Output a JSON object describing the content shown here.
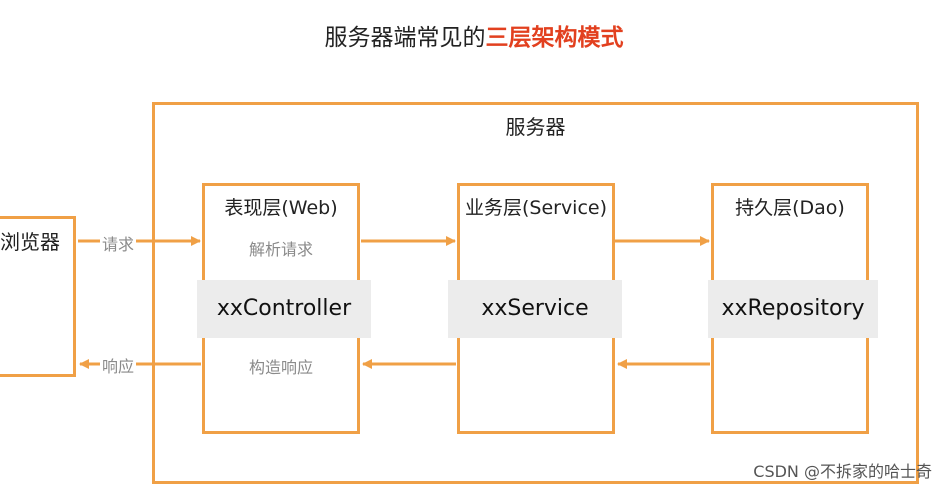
{
  "title": {
    "prefix": "服务器端常见的",
    "highlight": "三层架构模式"
  },
  "server": {
    "label": "服务器"
  },
  "browser": {
    "label": "浏览器"
  },
  "arrows": {
    "request_label": "请求",
    "response_label": "响应"
  },
  "layers": [
    {
      "title": "表现层(Web)",
      "component": "xxController",
      "top_note": "解析请求",
      "bottom_note": "构造响应"
    },
    {
      "title": "业务层(Service)",
      "component": "xxService"
    },
    {
      "title": "持久层(Dao)",
      "component": "xxRepository"
    }
  ],
  "watermark": "CSDN @不拆家的哈士奇",
  "colors": {
    "border": "#f0a046",
    "highlight": "#e2401f",
    "component_bg": "#ececec"
  }
}
